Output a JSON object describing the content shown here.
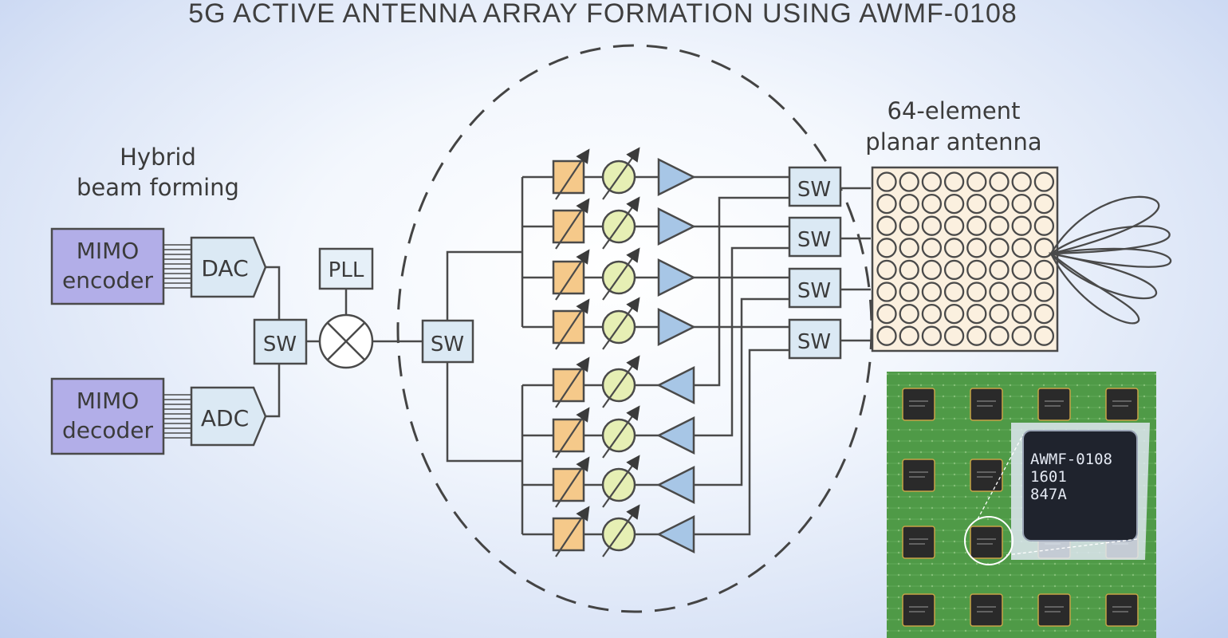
{
  "title": "5G ACTIVE ANTENNA ARRAY FORMATION USING AWMF-0108",
  "labels": {
    "hybrid": "Hybrid",
    "beam_forming": "beam forming",
    "elements": "64-element",
    "planar": "planar antenna"
  },
  "blocks": {
    "mimo_enc_1": "MIMO",
    "mimo_enc_2": "encoder",
    "mimo_dec_1": "MIMO",
    "mimo_dec_2": "decoder",
    "dac": "DAC",
    "adc": "ADC",
    "sw": "SW",
    "pll": "PLL"
  },
  "chip": {
    "line1": "AWMF-0108",
    "line2": "1601",
    "line3": "847A"
  },
  "colors": {
    "purple_block": "#b2aee8",
    "blue_block": "#dbe9f4",
    "attenuator": "#f5c98a",
    "phase_shifter": "#e6efb4",
    "amplifier": "#a7c6e6",
    "antenna_panel": "#fbf0df",
    "pcb": "#4f9a47"
  },
  "array": {
    "rows": 8,
    "cols": 8
  }
}
